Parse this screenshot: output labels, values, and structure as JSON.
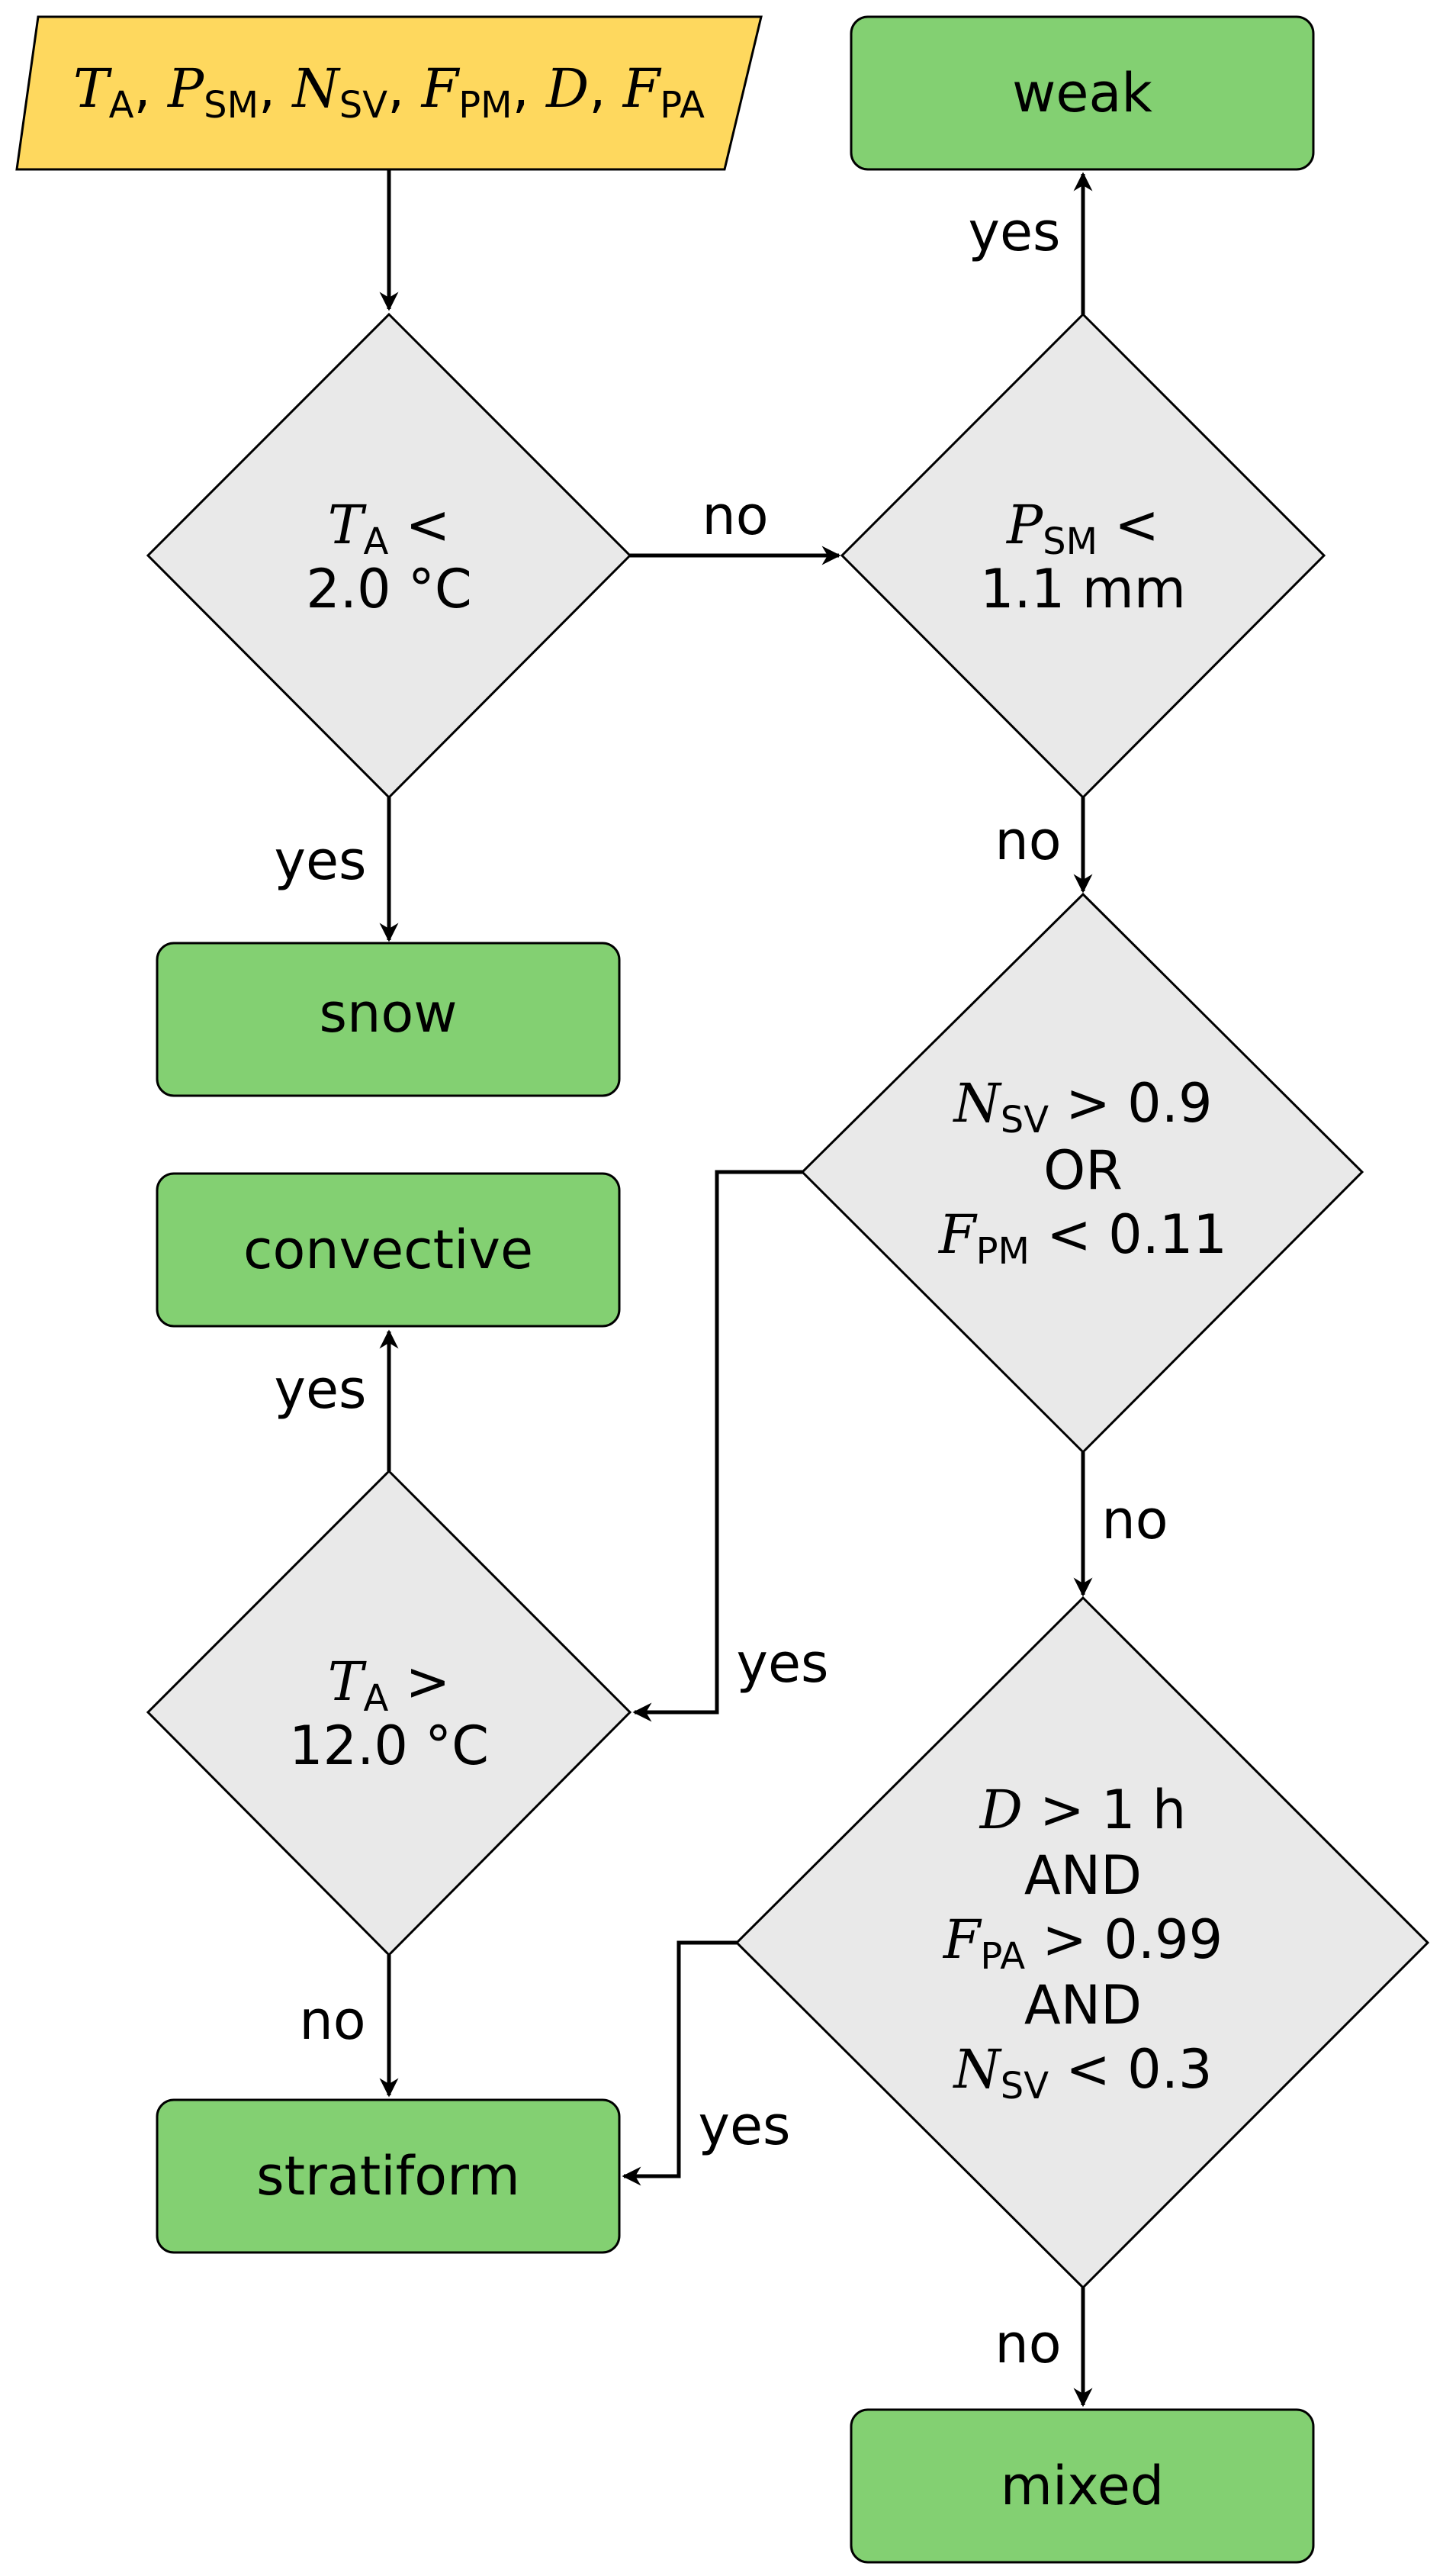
{
  "colors": {
    "input": "#fed85e",
    "decision": "#e9e9e9",
    "outcome": "#83d072",
    "stroke": "#000000"
  },
  "input": {
    "vars": [
      {
        "sym": "T",
        "sub": "A"
      },
      {
        "sym": "P",
        "sub": "SM"
      },
      {
        "sym": "N",
        "sub": "SV"
      },
      {
        "sym": "F",
        "sub": "PM"
      },
      {
        "sym": "D",
        "sub": ""
      },
      {
        "sym": "F",
        "sub": "PA"
      }
    ],
    "separator": ", "
  },
  "decisions": {
    "ta_lt": {
      "sym": "T",
      "sub": "A",
      "op": " <",
      "line2": "2.0 °C"
    },
    "psm_lt": {
      "sym": "P",
      "sub": "SM",
      "op": " <",
      "line2": "1.1 mm"
    },
    "nsv_fpm": {
      "sym1": "N",
      "sub1": "SV",
      "op1": " > 0.9",
      "mid": "OR",
      "sym2": "F",
      "sub2": "PM",
      "op2": " < 0.11"
    },
    "ta_gt": {
      "sym": "T",
      "sub": "A",
      "op": " >",
      "line2": "12.0 °C"
    },
    "d_fpa_nsv": {
      "sym1": "D",
      "op1": " > 1 h",
      "and1": "AND",
      "sym2": "F",
      "sub2": "PA",
      "op2": " > 0.99",
      "and2": "AND",
      "sym3": "N",
      "sub3": "SV",
      "op3": " < 0.3"
    }
  },
  "outcomes": {
    "weak": "weak",
    "snow": "snow",
    "convective": "convective",
    "stratiform": "stratiform",
    "mixed": "mixed"
  },
  "edge_labels": {
    "ta_no": "no",
    "ta_yes": "yes",
    "psm_yes": "yes",
    "psm_no": "no",
    "nsv_yes": "yes",
    "nsv_no": "no",
    "ta12_yes": "yes",
    "ta12_no": "no",
    "d_yes": "yes",
    "d_no": "no"
  }
}
